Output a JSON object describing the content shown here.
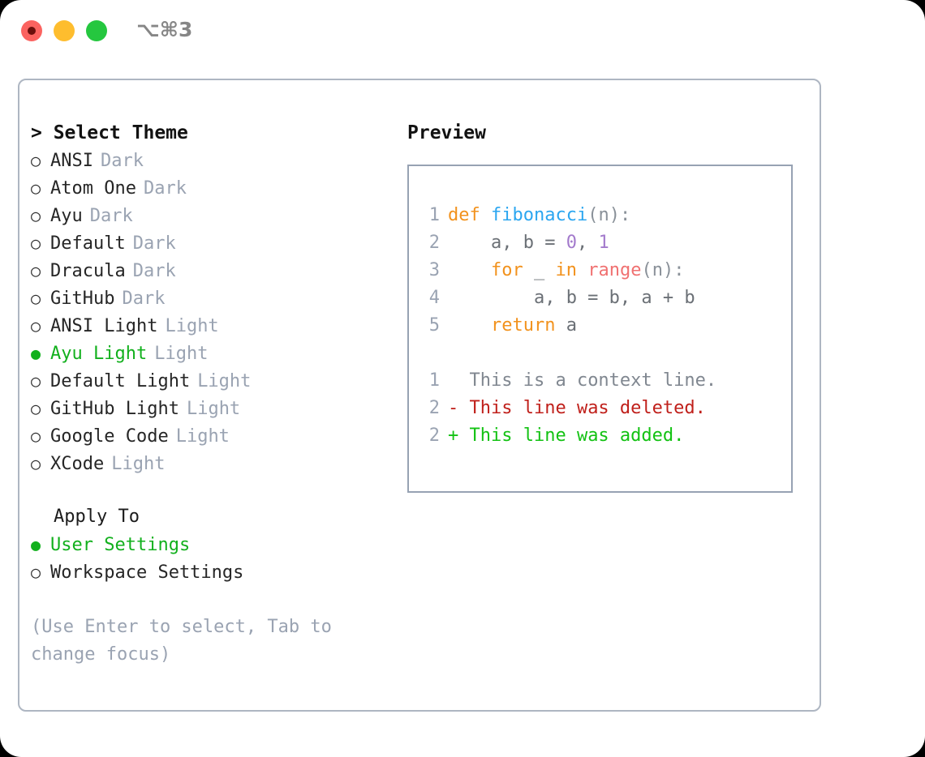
{
  "titlebar": {
    "shortcut": "⌥⌘3",
    "buttons": [
      "close",
      "minimize",
      "maximize"
    ]
  },
  "theme_picker": {
    "header": "> Select Theme",
    "options": [
      {
        "bullet": "○",
        "name": "ANSI",
        "tag": "Dark",
        "selected": false
      },
      {
        "bullet": "○",
        "name": "Atom One",
        "tag": "Dark",
        "selected": false
      },
      {
        "bullet": "○",
        "name": "Ayu",
        "tag": "Dark",
        "selected": false
      },
      {
        "bullet": "○",
        "name": "Default",
        "tag": "Dark",
        "selected": false
      },
      {
        "bullet": "○",
        "name": "Dracula",
        "tag": "Dark",
        "selected": false
      },
      {
        "bullet": "○",
        "name": "GitHub",
        "tag": "Dark",
        "selected": false
      },
      {
        "bullet": "○",
        "name": "ANSI Light",
        "tag": "Light",
        "selected": false
      },
      {
        "bullet": "●",
        "name": "Ayu Light",
        "tag": "Light",
        "selected": true
      },
      {
        "bullet": "○",
        "name": "Default Light",
        "tag": "Light",
        "selected": false
      },
      {
        "bullet": "○",
        "name": "GitHub Light",
        "tag": "Light",
        "selected": false
      },
      {
        "bullet": "○",
        "name": "Google Code",
        "tag": "Light",
        "selected": false
      },
      {
        "bullet": "○",
        "name": "XCode",
        "tag": "Light",
        "selected": false
      }
    ]
  },
  "apply_to": {
    "header": "Apply To",
    "options": [
      {
        "bullet": "●",
        "name": "User Settings",
        "tag": "",
        "selected": true
      },
      {
        "bullet": "○",
        "name": "Workspace Settings",
        "tag": "",
        "selected": false
      }
    ]
  },
  "hint": "(Use Enter to select, Tab to change focus)",
  "preview": {
    "title": "Preview",
    "code_lines": [
      {
        "no": "1",
        "tokens": [
          {
            "t": "def ",
            "c": "tok-kw"
          },
          {
            "t": "fibonacci",
            "c": "tok-fn"
          },
          {
            "t": "(n):",
            "c": "tok-punc"
          }
        ]
      },
      {
        "no": "2",
        "tokens": [
          {
            "t": "    a, b = ",
            "c": "tok-plain"
          },
          {
            "t": "0",
            "c": "tok-num"
          },
          {
            "t": ", ",
            "c": "tok-plain"
          },
          {
            "t": "1",
            "c": "tok-num"
          }
        ]
      },
      {
        "no": "3",
        "tokens": [
          {
            "t": "    ",
            "c": "tok-plain"
          },
          {
            "t": "for",
            "c": "tok-kw"
          },
          {
            "t": " _ ",
            "c": "tok-plain"
          },
          {
            "t": "in",
            "c": "tok-kw"
          },
          {
            "t": " ",
            "c": "tok-plain"
          },
          {
            "t": "range",
            "c": "tok-call"
          },
          {
            "t": "(n):",
            "c": "tok-punc"
          }
        ]
      },
      {
        "no": "4",
        "tokens": [
          {
            "t": "        a, b = b, a + b",
            "c": "tok-plain"
          }
        ]
      },
      {
        "no": "5",
        "tokens": [
          {
            "t": "    ",
            "c": "tok-plain"
          },
          {
            "t": "return",
            "c": "tok-kw"
          },
          {
            "t": " a",
            "c": "tok-plain"
          }
        ]
      }
    ],
    "diff_lines": [
      {
        "no": "1",
        "marker": " ",
        "text": " This is a context line.",
        "kind": "diff-ctx"
      },
      {
        "no": "2",
        "marker": "-",
        "text": " This line was deleted.",
        "kind": "diff-del"
      },
      {
        "no": "2",
        "marker": "+",
        "text": " This line was added.",
        "kind": "diff-add"
      }
    ]
  },
  "colors": {
    "accent_green": "#12b01d",
    "muted": "#9aa3b2",
    "keyword": "#f2921d",
    "function": "#2ba6f0",
    "number": "#a37acc",
    "call": "#f07171",
    "diff_delete": "#c0201b",
    "diff_add": "#13c213",
    "border": "#aeb6c2"
  }
}
